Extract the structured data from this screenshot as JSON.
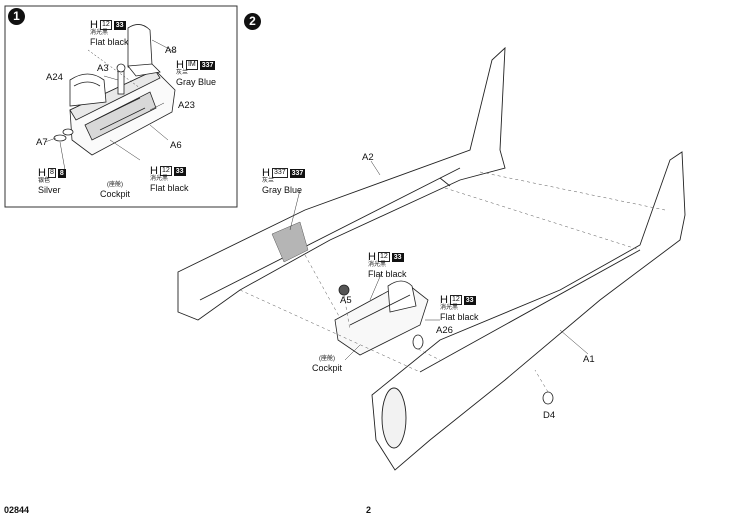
{
  "step1": {
    "number": "1",
    "parts": [
      "A24",
      "A3",
      "A8",
      "A23",
      "A7",
      "A6"
    ],
    "paint_top": {
      "letter": "H",
      "box": "12",
      "code": "33",
      "cn": "消光黑",
      "en": "Flat black"
    },
    "paint_graybue": {
      "letter": "H",
      "box": "IM",
      "code": "337",
      "cn": "灰兰",
      "en": "Gray Blue"
    },
    "paint_silver": {
      "letter": "H",
      "box": "8",
      "code": "8",
      "cn": "银色",
      "en": "Silver"
    },
    "paint_bottom": {
      "letter": "H",
      "box": "12",
      "code": "33",
      "cn": "消光黑",
      "en": "Flat black"
    },
    "cockpit": {
      "cn": "(座舱)",
      "en": "Cockpit"
    }
  },
  "step2": {
    "number": "2",
    "parts": [
      "A2",
      "A5",
      "A26",
      "A1",
      "D4"
    ],
    "paint_graybue": {
      "letter": "H",
      "box": "337",
      "code": "337",
      "cn": "灰兰",
      "en": "Gray Blue"
    },
    "paint_flat1": {
      "letter": "H",
      "box": "12",
      "code": "33",
      "cn": "消光黑",
      "en": "Flat black"
    },
    "paint_flat2": {
      "letter": "H",
      "box": "12",
      "code": "33",
      "cn": "消光黑",
      "en": "Flat black"
    },
    "cockpit": {
      "cn": "(座舱)",
      "en": "Cockpit"
    }
  },
  "footer": {
    "code": "02844",
    "page": "2"
  }
}
